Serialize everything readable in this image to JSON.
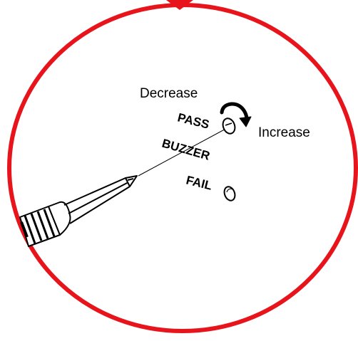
{
  "labels": {
    "decrease": "Decrease",
    "increase": "Increase",
    "pass": "PASS",
    "buzzer": "BUZZER",
    "fail": "FAIL"
  },
  "colors": {
    "circle": "#e8141c",
    "ink": "#000000",
    "background": "#ffffff"
  },
  "icons": {
    "screwdriver": "screwdriver-icon",
    "rotate_arrow": "curved-arrow-icon",
    "adjust_hole": "potentiometer-hole-icon",
    "fail_led": "led-icon"
  }
}
